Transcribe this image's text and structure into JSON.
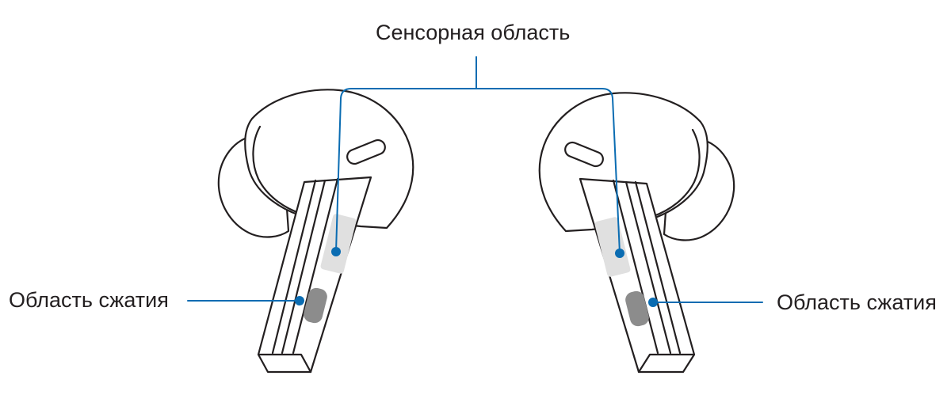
{
  "labels": {
    "touch_area": "Сенсорная область",
    "press_area_left": "Область сжатия",
    "press_area_right": "Область сжатия"
  },
  "colors": {
    "line": "#231f20",
    "callout": "#0a6cb2",
    "highlight": "#e0e0e0",
    "press_pad": "#8c8c8c"
  }
}
